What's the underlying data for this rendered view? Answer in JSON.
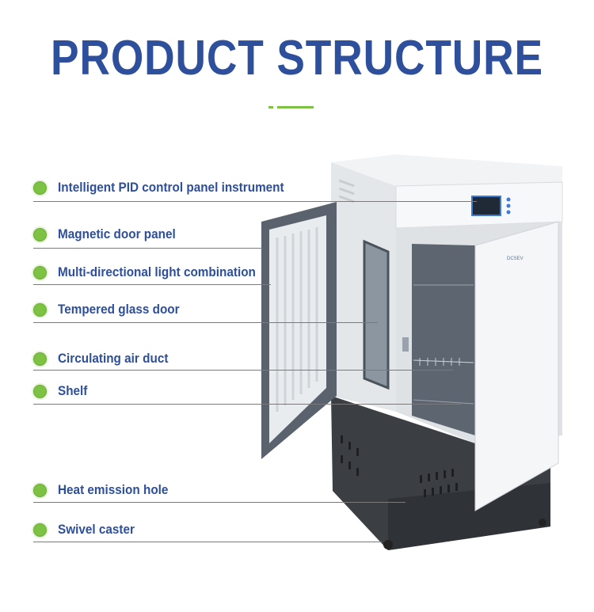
{
  "heading": {
    "title": "PRODUCT STRUCTURE"
  },
  "colors": {
    "title": "#2e4f9c",
    "accent": "#7dc243",
    "label": "#2e4f9c"
  },
  "product": {
    "brand": "DCSEV"
  },
  "features": [
    {
      "label": "Intelligent PID control panel instrument",
      "icon": "green-dot-icon"
    },
    {
      "label": "Magnetic door panel",
      "icon": "green-dot-icon"
    },
    {
      "label": "Multi-directional light combination",
      "icon": "green-dot-icon"
    },
    {
      "label": "Tempered glass door",
      "icon": "green-dot-icon"
    },
    {
      "label": "Circulating air duct",
      "icon": "green-dot-icon"
    },
    {
      "label": "Shelf",
      "icon": "green-dot-icon"
    },
    {
      "label": "Heat emission hole",
      "icon": "green-dot-icon"
    },
    {
      "label": "Swivel caster",
      "icon": "green-dot-icon"
    }
  ]
}
